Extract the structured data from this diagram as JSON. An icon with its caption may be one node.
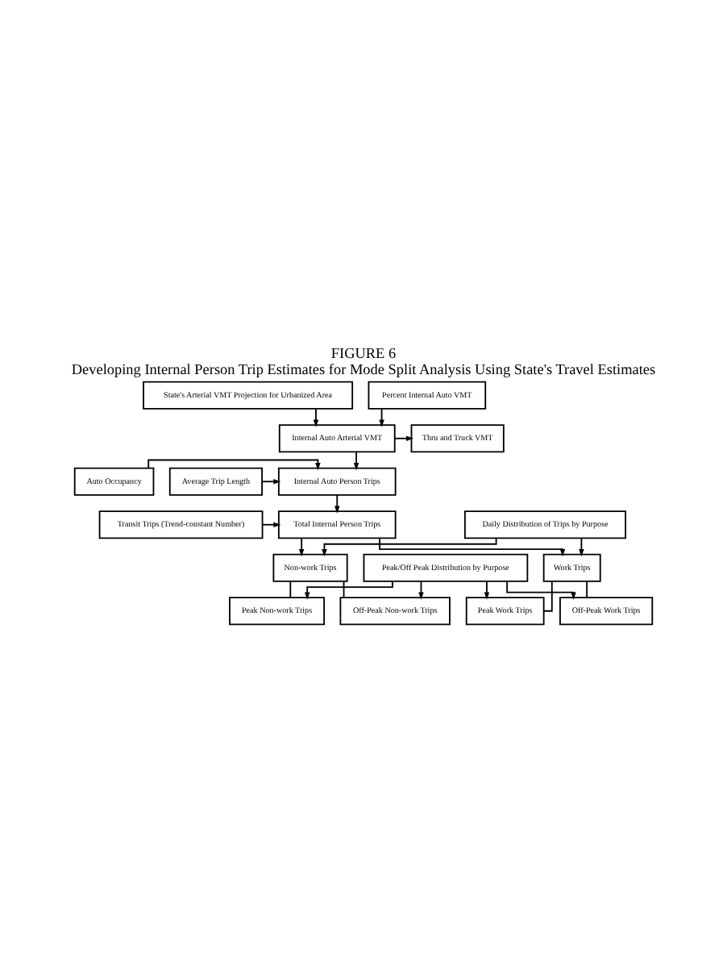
{
  "diagram": {
    "title": "Developing Internal Person Trip Estimates for Mode Split Analysis Using State's Travel Estimates",
    "nodes": [
      {
        "text": [
          "State's Arterial VMT Projection for Urbanized Area"
        ]
      },
      {
        "text": [
          "Percent Internal Auto VMT"
        ]
      },
      {
        "text": [
          "Internal Auto Arterial VMT"
        ]
      },
      {
        "text": [
          "Thru and Truck VMT"
        ]
      },
      {
        "text": [
          "Average Trip Length"
        ]
      },
      {
        "text": [
          "Internal Auto Person Trips"
        ]
      },
      {
        "text": [
          "Auto Occupancy"
        ]
      },
      {
        "text": [
          "Total Internal Person Trips"
        ]
      },
      {
        "text": [
          "Transit Trips (Trend-constant Number)"
        ]
      },
      {
        "text": [
          "Daily Distribution of Trips by Purpose"
        ]
      },
      {
        "text": [
          "Work Trips"
        ]
      },
      {
        "text": [
          "Non-work Trips"
        ]
      },
      {
        "text": [
          "Peak/Off Peak Distribution by Purpose"
        ]
      },
      {
        "text": [
          "Peak Work Trips"
        ]
      },
      {
        "text": [
          "Off-Peak Work Trips"
        ]
      },
      {
        "text": [
          "Peak Non-work Trips"
        ]
      },
      {
        "text": [
          "Off-Peak Non-work Trips"
        ]
      }
    ],
    "edges": [
      {
        "from": 0,
        "to": 2,
        "arrow": "to"
      },
      {
        "from": 1,
        "to": 2,
        "arrow": "to"
      },
      {
        "from": 2,
        "to": 3,
        "arrow": "to"
      },
      {
        "from": 2,
        "to": 5,
        "arrow": "to"
      },
      {
        "from": 4,
        "to": 5,
        "arrow": "to"
      },
      {
        "from": 6,
        "to": 5,
        "arrow": "to"
      },
      {
        "from": 5,
        "to": 7,
        "arrow": "to"
      },
      {
        "from": 8,
        "to": 7,
        "arrow": "to"
      },
      {
        "from": 7,
        "to": 10,
        "arrow": "to"
      },
      {
        "from": 7,
        "to": 11,
        "arrow": "to"
      },
      {
        "from": 9,
        "to": 10,
        "arrow": "to"
      },
      {
        "from": 9,
        "to": 11,
        "arrow": "to"
      },
      {
        "from": 10,
        "to": 13,
        "arrow": "none"
      },
      {
        "from": 10,
        "to": 14,
        "arrow": "none"
      },
      {
        "from": 12,
        "to": 13,
        "arrow": "to"
      },
      {
        "from": 12,
        "to": 14,
        "arrow": "to"
      },
      {
        "from": 11,
        "to": 15,
        "arrow": "none"
      },
      {
        "from": 11,
        "to": 16,
        "arrow": "none"
      },
      {
        "from": 12,
        "to": 15,
        "arrow": "to"
      },
      {
        "from": 12,
        "to": 16,
        "arrow": "to"
      }
    ],
    "labels": [
      "FIGURE 6"
    ]
  }
}
